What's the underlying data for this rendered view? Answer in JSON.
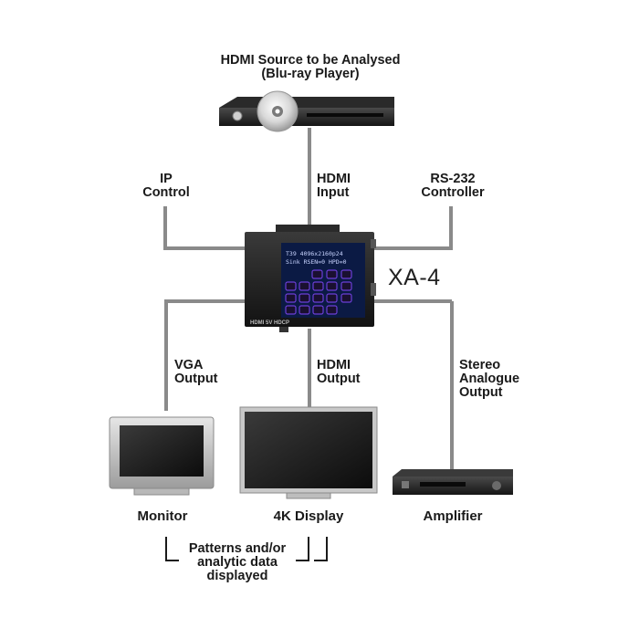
{
  "source": {
    "title_line1": "HDMI Source to be Analysed",
    "title_line2": "(Blu-ray Player)"
  },
  "inputs": {
    "ip": {
      "line1": "IP",
      "line2": "Control"
    },
    "hdmi": {
      "line1": "HDMI",
      "line2": "Input"
    },
    "rs232": {
      "line1": "RS-232",
      "line2": "Controller"
    }
  },
  "device": {
    "name": "XA-4",
    "screen_line1": "T39 4096x2160p24",
    "screen_line2": "Sink RSEN=0  HPD=0",
    "logos": "HDMI  5V  HDCP"
  },
  "outputs": {
    "vga": {
      "line1": "VGA",
      "line2": "Output"
    },
    "hdmi": {
      "line1": "HDMI",
      "line2": "Output"
    },
    "stereo": {
      "line1": "Stereo",
      "line2": "Analogue",
      "line3": "Output"
    }
  },
  "sinks": {
    "monitor": "Monitor",
    "display": "4K Display",
    "amplifier": "Amplifier"
  },
  "note": {
    "line1": "Patterns and/or",
    "line2": "analytic data",
    "line3": "displayed"
  },
  "colors": {
    "line": "#8a8a8a",
    "device_body": "#1c1c1c",
    "screen": "#0b1a44",
    "screen_text": "#c8d4ff",
    "button": "#6b3fd6"
  }
}
